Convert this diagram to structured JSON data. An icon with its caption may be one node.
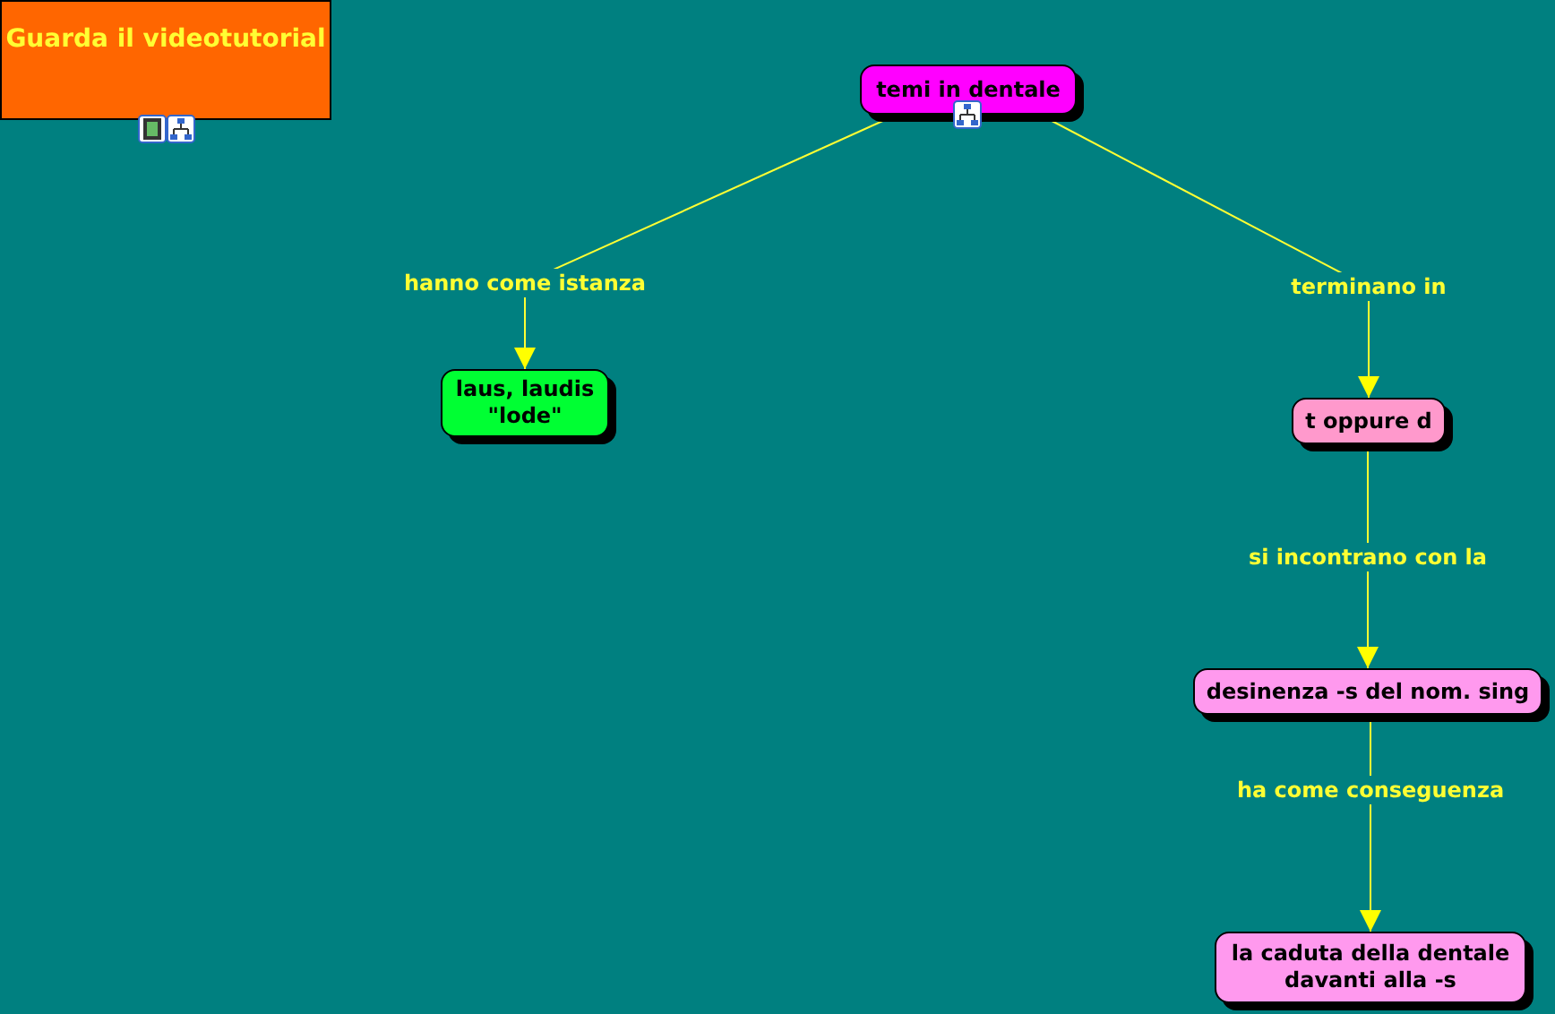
{
  "diagram": {
    "nodes": [
      {
        "text": [
          "Guarda il videotutorial"
        ]
      },
      {
        "text": [
          "temi in dentale"
        ]
      },
      {
        "text": [
          "laus, laudis \"lode\""
        ]
      },
      {
        "text": [
          "t oppure d"
        ]
      },
      {
        "text": [
          "desinenza -s del nom. sing"
        ]
      },
      {
        "text": [
          "la caduta della dentale davanti alla -s"
        ]
      }
    ],
    "edges": [
      {
        "from": 1,
        "to": 2,
        "arrow": "to",
        "label": "hanno come istanza"
      },
      {
        "from": 1,
        "to": 3,
        "arrow": "to",
        "label": "terminano in"
      },
      {
        "from": 3,
        "to": 4,
        "arrow": "to",
        "label": "si incontrano con la"
      },
      {
        "from": 4,
        "to": 5,
        "arrow": "to",
        "label": "ha come conseguenza"
      }
    ]
  }
}
